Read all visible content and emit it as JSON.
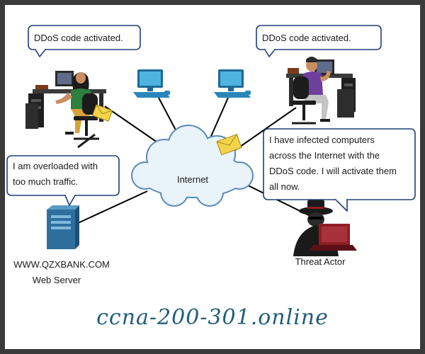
{
  "bubbles": {
    "top_left": "DDoS code activated.",
    "top_right": "DDoS code activated.",
    "server": [
      "I am overloaded with",
      "too much traffic."
    ],
    "attacker": [
      "I have infected computers",
      "across the Internet with the",
      "DDoS code. I will activate them",
      "all now."
    ]
  },
  "cloud_label": "Internet",
  "server_labels": [
    "WWW.QZXBANK.COM",
    "Web Server"
  ],
  "attacker_label": "Threat Actor",
  "watermark": "ccna-200-301.online",
  "icons": [
    "person-at-computer-icon",
    "desktop-pc-icon",
    "cloud-icon",
    "envelope-icon",
    "server-icon",
    "hacker-icon"
  ],
  "colors": {
    "frame": "#3a3a3a",
    "bubble_border": "#1f3f78",
    "cloud_fill": "#e9f3fa",
    "cloud_stroke": "#5a8ab8",
    "pc_blue": "#2a86b8",
    "server_blue": "#2f6f9e",
    "envelope": "#f3d34a",
    "hacker_red": "#8e1e26",
    "watermark": "#215e7a"
  }
}
